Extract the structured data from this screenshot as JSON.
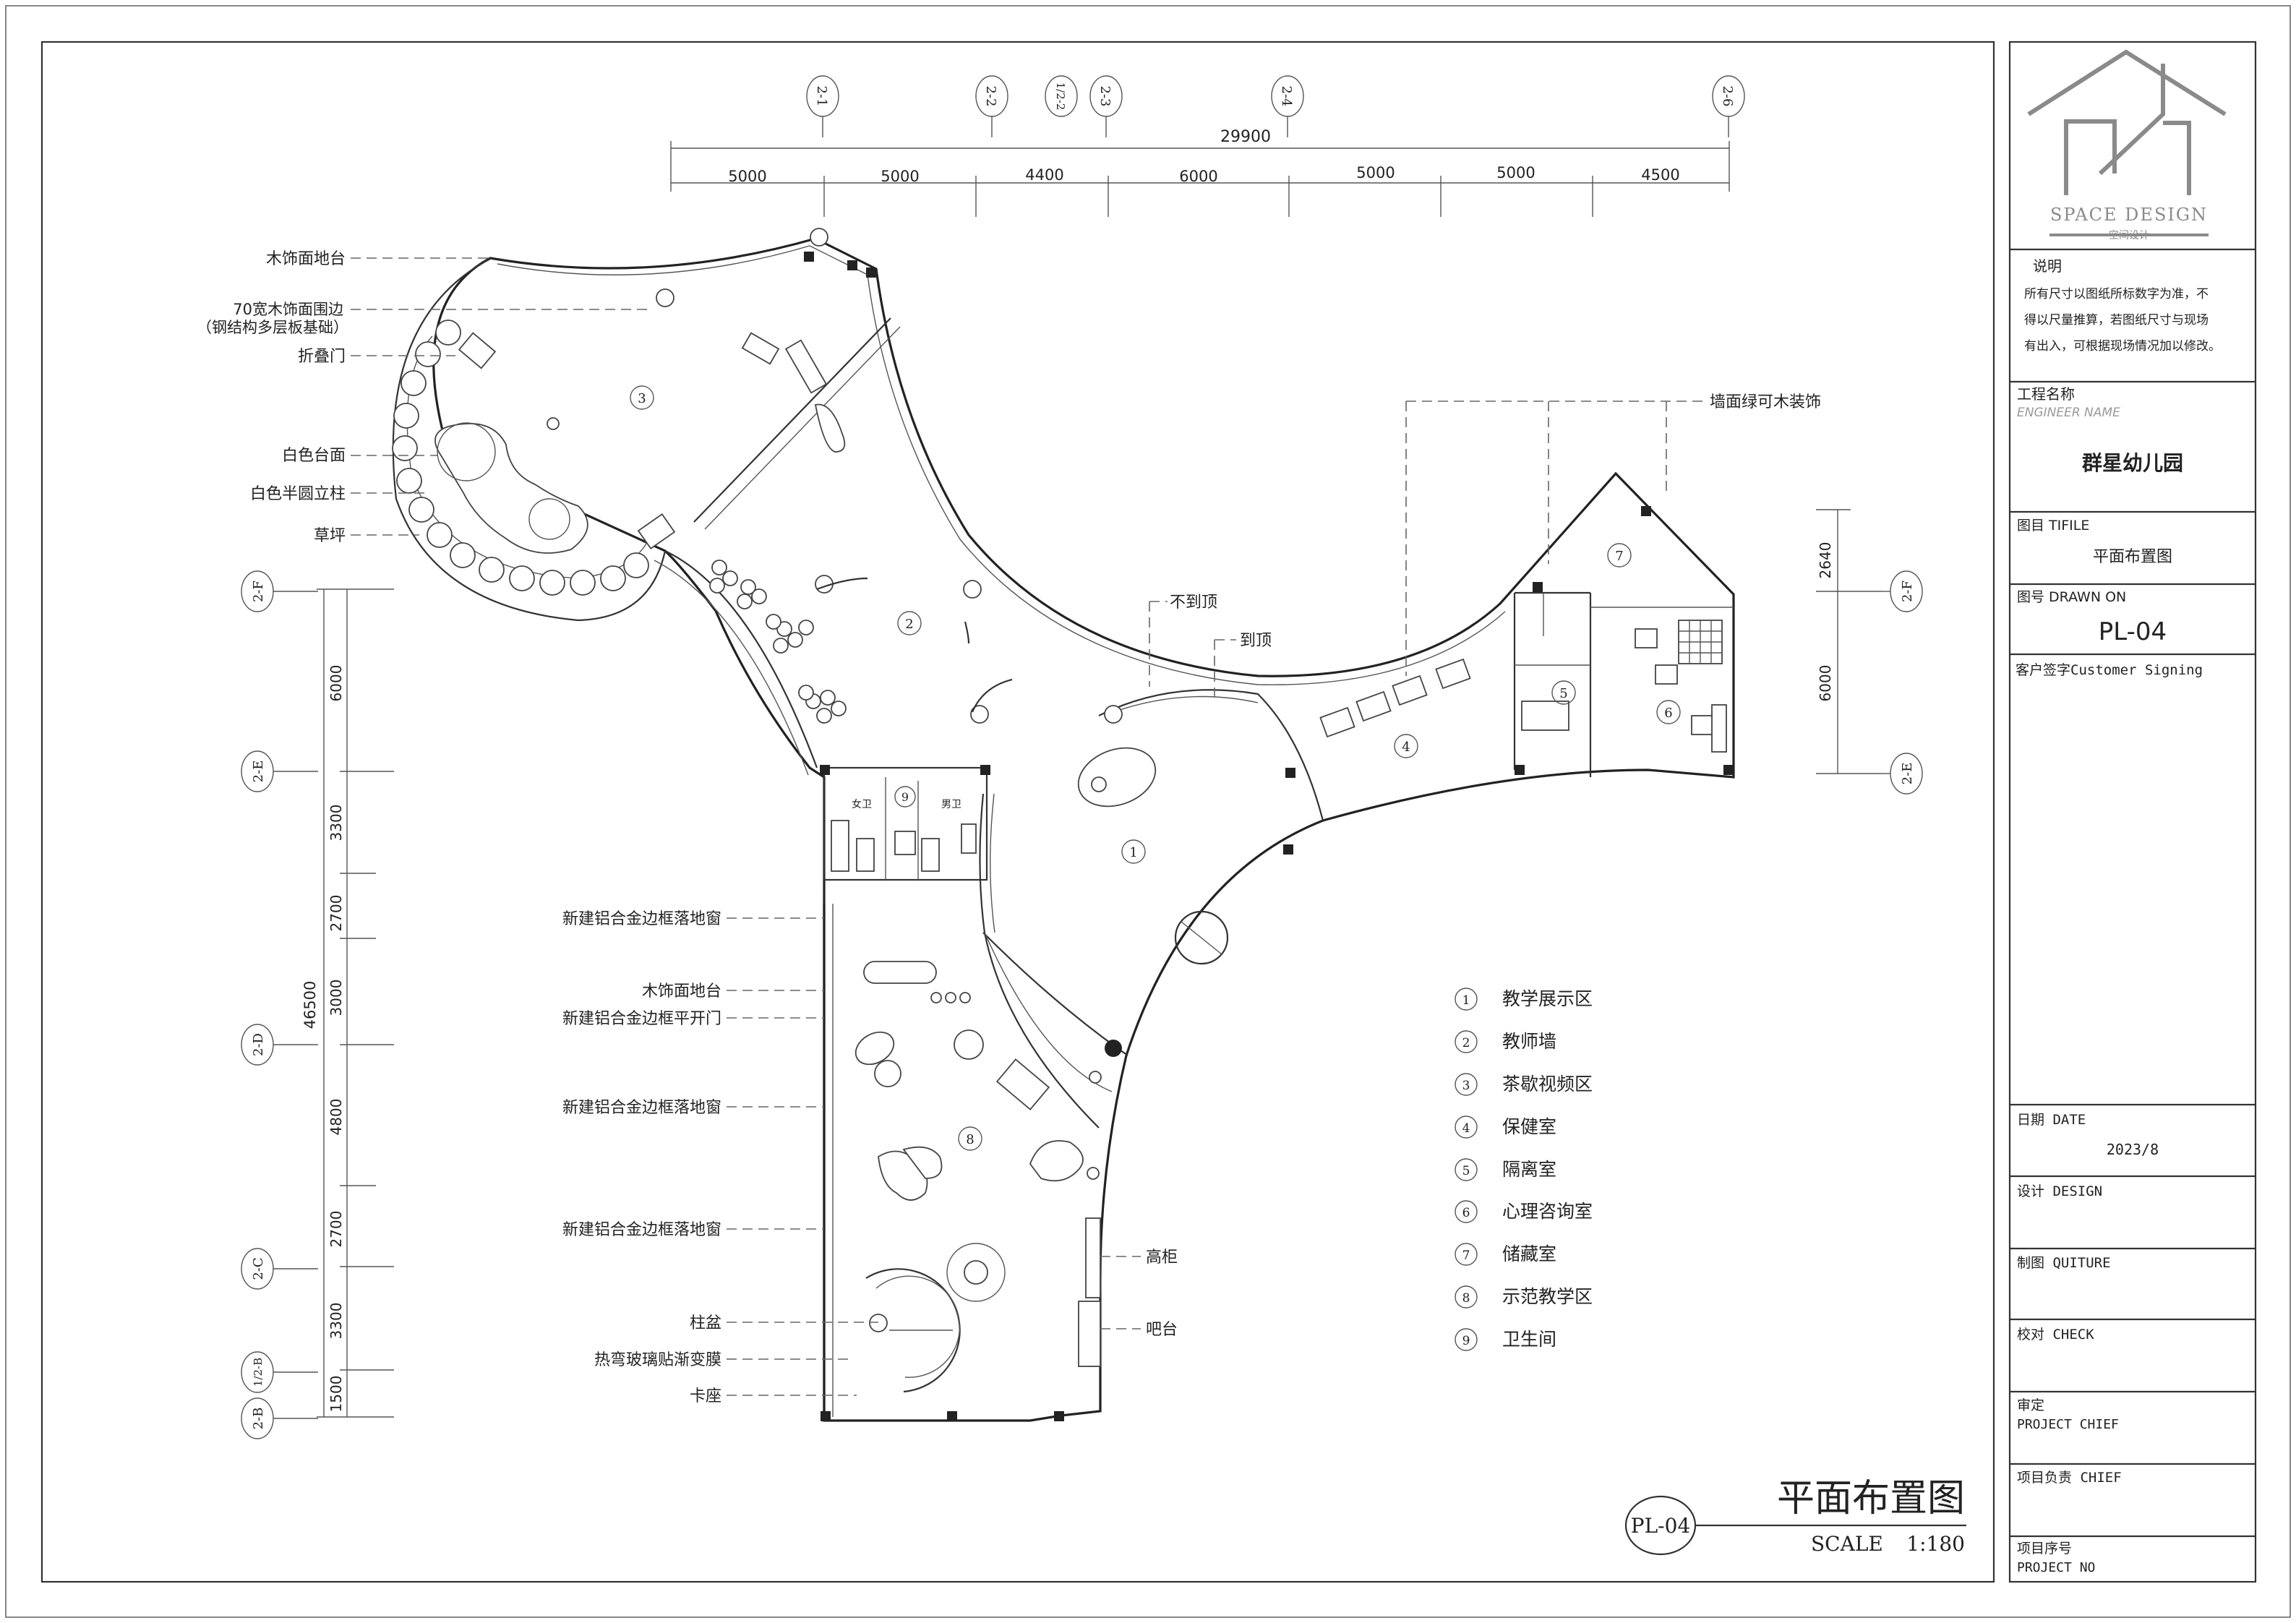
{
  "title_block": {
    "logo_text": "SPACE DESIGN",
    "logo_sub": "空间设计",
    "notes_title": "说明",
    "notes_lines": [
      "所有尺寸以图纸所标数字为准，不",
      "得以尺量推算，若图纸尺寸与现场",
      "有出入，可根据现场情况加以修改。"
    ],
    "project_label": "工程名称",
    "project_label_en": "ENGINEER  NAME",
    "project_name": "群星幼儿园",
    "drawing_label": "图目 TIFILE",
    "drawing_name": "平面布置图",
    "drawing_no_label": "图号 DRAWN ON",
    "drawing_no": "PL-04",
    "client_label": "客户签字Customer Signing",
    "date_label": "日期 DATE",
    "date": "2023/8",
    "design_label": "设计 DESIGN",
    "drafting_label": "制图 QUITURE",
    "check_label": "校对 CHECK",
    "review_label": "审定",
    "review_label_en": "PROJECT CHIEF",
    "lead_label": "项目负责 CHIEF",
    "serial_label": "项目序号",
    "serial_label_en": "PROJECT NO"
  },
  "plan_title": {
    "badge": "PL-04",
    "title": "平面布置图",
    "scale_label": "SCALE",
    "scale_value": "1:180"
  },
  "axes_top": [
    "2-1",
    "2-2",
    "1/2-2",
    "2-3",
    "2-4",
    "2-6"
  ],
  "axes_left": [
    "2-F",
    "2-E",
    "2-D",
    "2-C",
    "1/2-B",
    "2-B"
  ],
  "axes_right": [
    "2-F",
    "2-E"
  ],
  "dims_top": {
    "total": "29900",
    "segments": [
      "5000",
      "5000",
      "4400",
      "6000",
      "5000",
      "5000",
      "4500"
    ]
  },
  "dims_left": {
    "total": "46500",
    "segments": [
      "6000",
      "3300",
      "2700",
      "3000",
      "4800",
      "2700",
      "3300",
      "1500"
    ]
  },
  "dims_right": [
    "2640",
    "6000"
  ],
  "annotations_left": [
    "木饰面地台",
    "70宽木饰面围边",
    "（钢结构多层板基础）",
    "折叠门",
    "白色台面",
    "白色半圆立柱",
    "草坪",
    "新建铝合金边框落地窗",
    "木饰面地台",
    "新建铝合金边框平开门",
    "新建铝合金边框落地窗",
    "新建铝合金边框落地窗",
    "柱盆",
    "热弯玻璃贴渐变膜",
    "卡座"
  ],
  "annotations_right": [
    "不到顶",
    "到顶",
    "墙面绿可木装饰",
    "高柜",
    "吧台"
  ],
  "toilet_labels": [
    "女卫",
    "男卫"
  ],
  "room_numbers": [
    "1",
    "2",
    "3",
    "4",
    "5",
    "6",
    "7",
    "8",
    "9"
  ],
  "legend": [
    {
      "num": "1",
      "label": "教学展示区"
    },
    {
      "num": "2",
      "label": "教师墙"
    },
    {
      "num": "3",
      "label": "茶歇视频区"
    },
    {
      "num": "4",
      "label": "保健室"
    },
    {
      "num": "5",
      "label": "隔离室"
    },
    {
      "num": "6",
      "label": "心理咨询室"
    },
    {
      "num": "7",
      "label": "储藏室"
    },
    {
      "num": "8",
      "label": "示范教学区"
    },
    {
      "num": "9",
      "label": "卫生间"
    }
  ]
}
